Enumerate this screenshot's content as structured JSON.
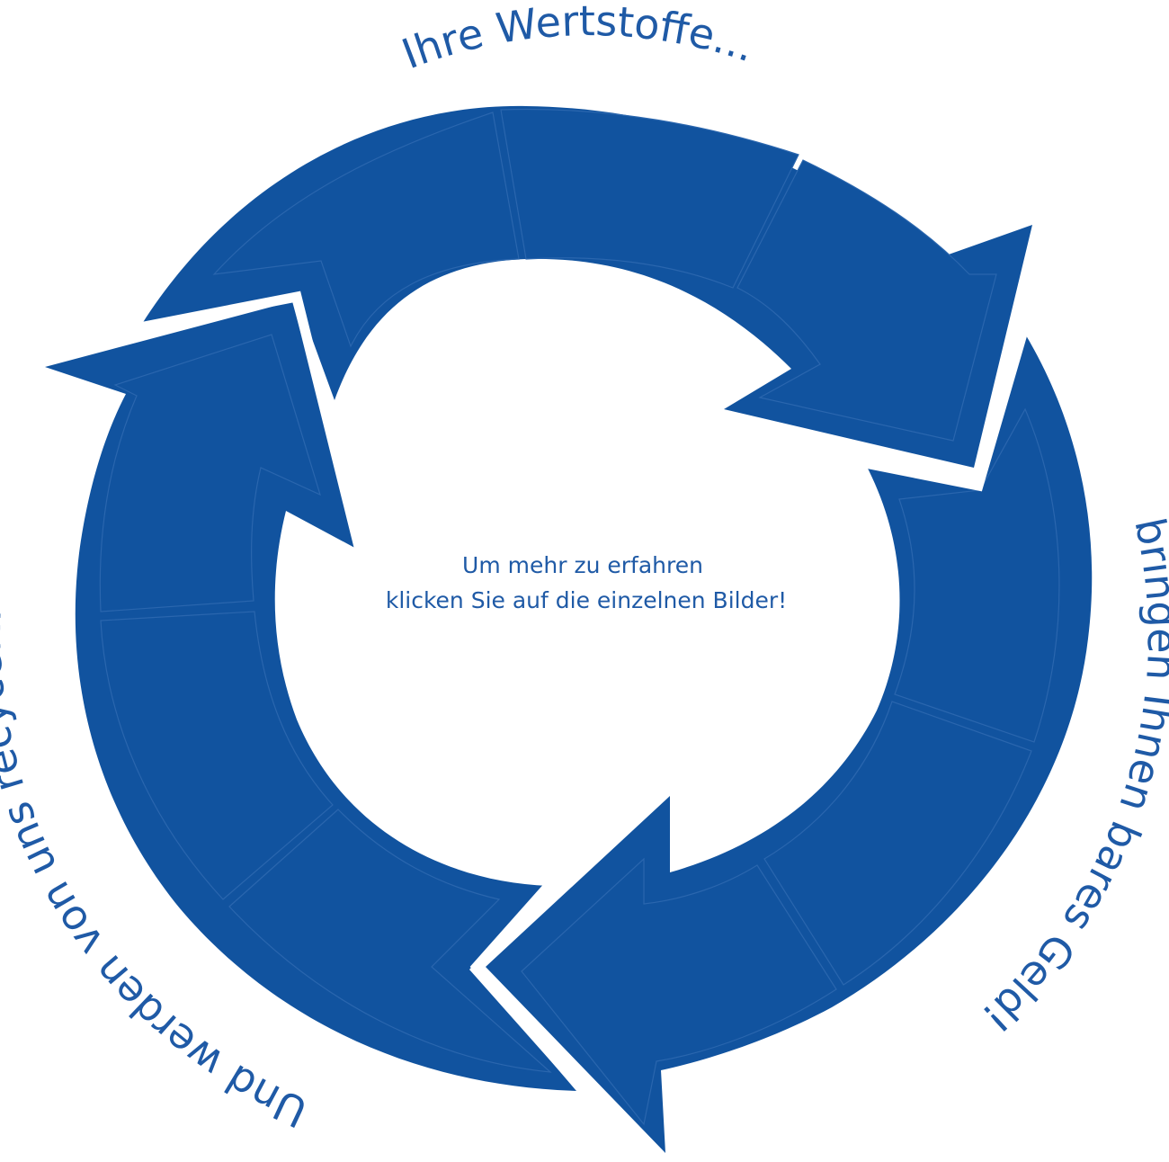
{
  "labels": {
    "top": "Ihre Wertstoffe...",
    "right": "bringen Ihnen bares Geld!",
    "left": "Und werden von uns recycelt!"
  },
  "center": {
    "line1": "Um mehr zu erfahren",
    "line2": "klicken Sie auf die einzelnen Bilder!"
  },
  "colors": {
    "arrow": "#11539f",
    "text": "#1f5aa6",
    "background": "#ffffff"
  }
}
